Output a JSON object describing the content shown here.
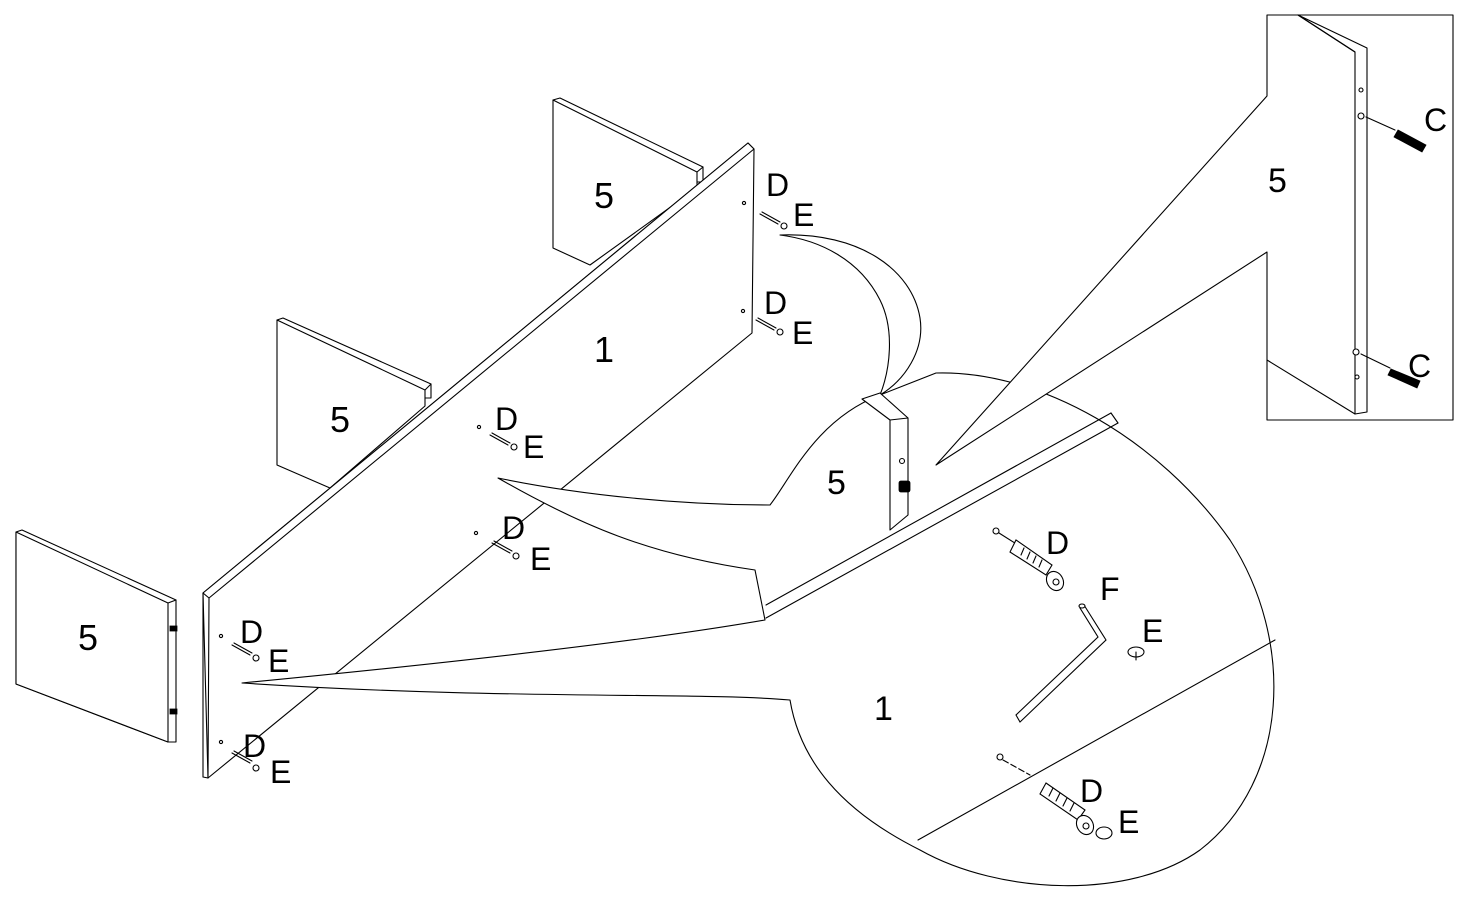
{
  "labels": {
    "panel_1": "1",
    "panel_5": "5",
    "part_c": "C",
    "part_d": "D",
    "part_e": "E",
    "part_f": "F"
  }
}
